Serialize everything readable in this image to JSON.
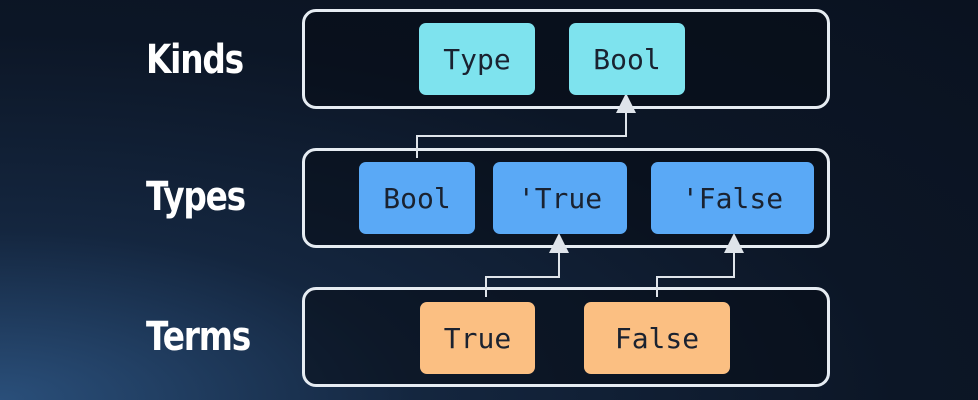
{
  "rows": {
    "kinds_label": "Kinds",
    "types_label": "Types",
    "terms_label": "Terms"
  },
  "kinds": [
    "Type",
    "Bool"
  ],
  "types": [
    "Bool",
    "'True",
    "'False"
  ],
  "terms": [
    "True",
    "False"
  ],
  "colors": {
    "background": "#0c1626",
    "layer_border": "#e6ecf2",
    "kind_node": "#7ee3ee",
    "type_node": "#5aa9f6",
    "term_node": "#fbbf82",
    "connector": "#dfe4ea"
  },
  "edges": [
    {
      "from": "types.Bool",
      "to": "kinds.Bool"
    },
    {
      "from": "terms.True",
      "to": "types.'True"
    },
    {
      "from": "terms.False",
      "to": "types.'False"
    }
  ]
}
